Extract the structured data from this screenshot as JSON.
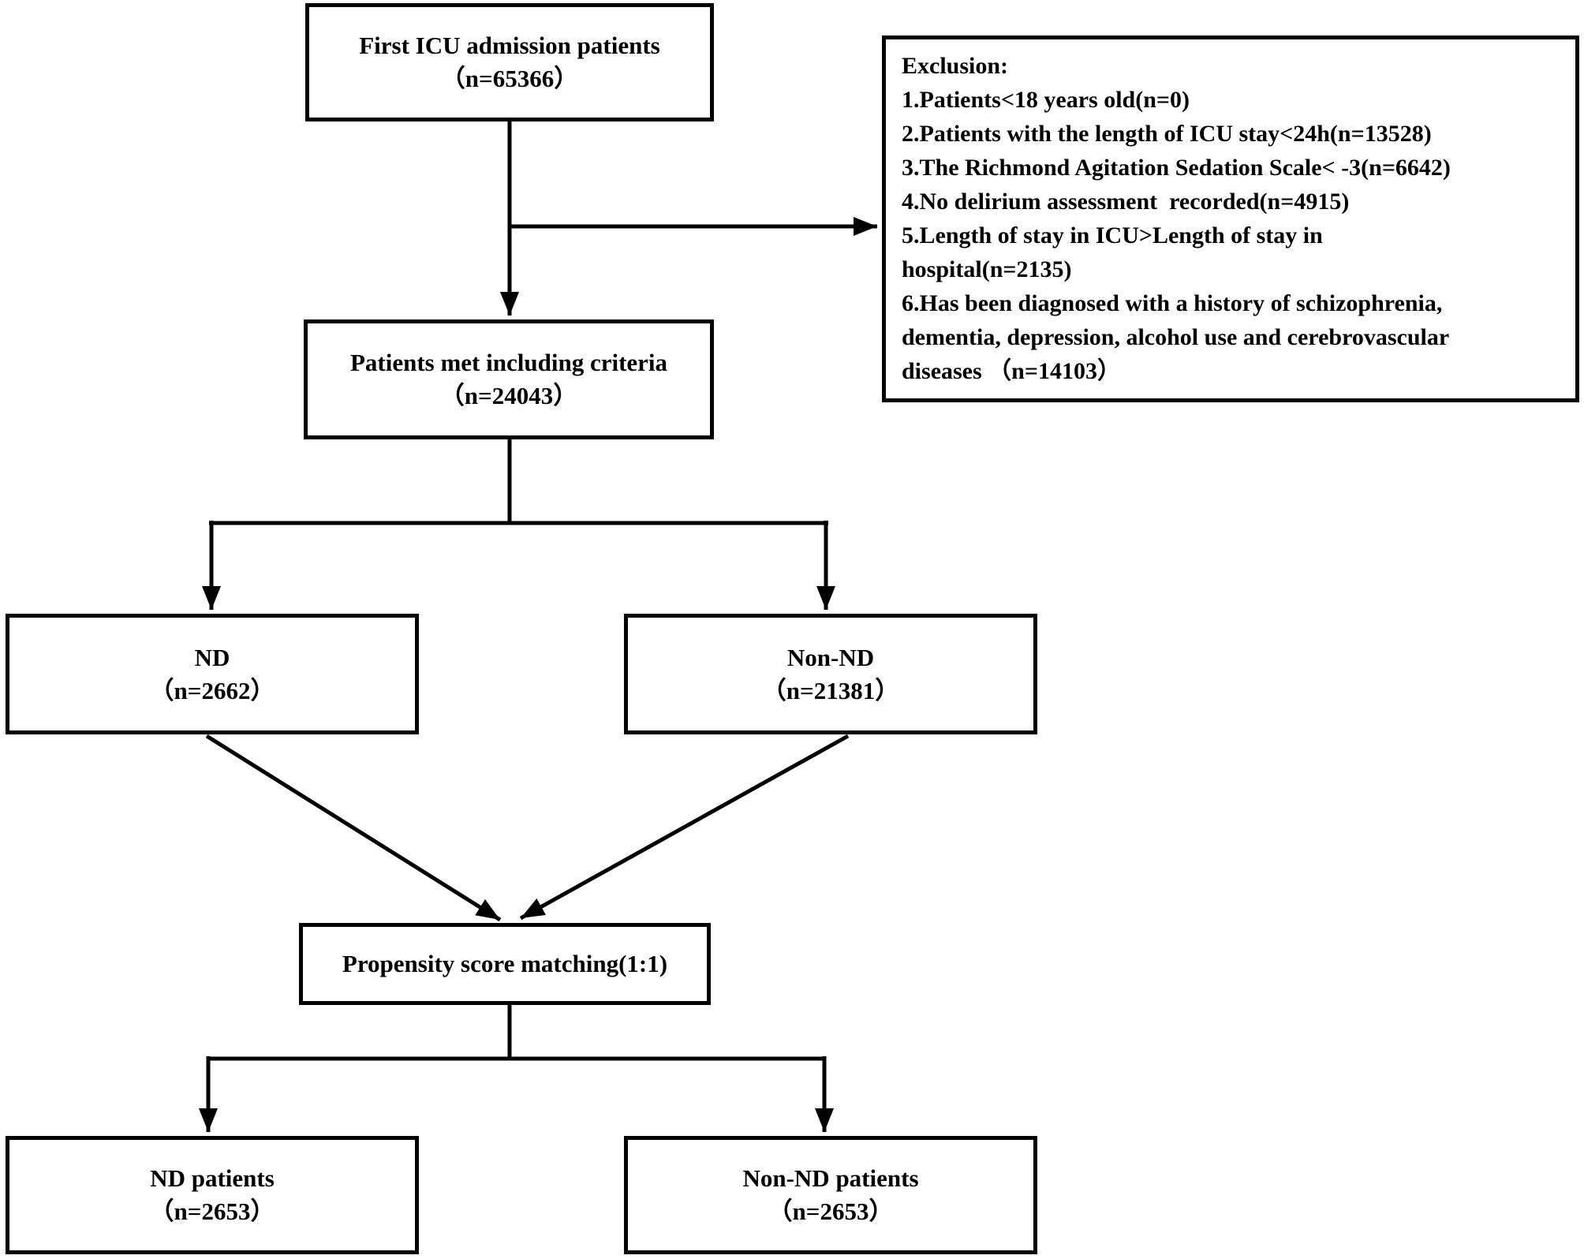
{
  "diagram": {
    "top_box": {
      "label": "First ICU admission patients",
      "count": "（n=65366）"
    },
    "exclusion_box": {
      "title": "Exclusion:",
      "items": [
        "1.Patients<18 years old(n=0)",
        "2.Patients with the length of ICU stay<24h(n=13528)",
        "3.The Richmond Agitation Sedation Scale< -3(n=6642)",
        "4.No delirium assessment  recorded(n=4915)",
        "5.Length of stay in ICU>Length of stay in\nhospital(n=2135)",
        "6.Has been diagnosed with a history of schizophrenia,\ndementia, depression, alcohol use and cerebrovascular\ndiseases （n=14103）"
      ]
    },
    "criteria_box": {
      "label": "Patients met including criteria",
      "count": "（n=24043）"
    },
    "nd_box": {
      "label": "ND",
      "count": "（n=2662）"
    },
    "non_nd_box": {
      "label": "Non-ND",
      "count": "（n=21381）"
    },
    "psm_box": {
      "label": "Propensity score matching(1:1)"
    },
    "nd_patients_box": {
      "label": "ND patients",
      "count": "（n=2653）"
    },
    "non_nd_patients_box": {
      "label": "Non-ND patients",
      "count": "（n=2653）"
    }
  },
  "colors": {
    "line": "#000000",
    "text": "#000000",
    "background": "#ffffff"
  }
}
